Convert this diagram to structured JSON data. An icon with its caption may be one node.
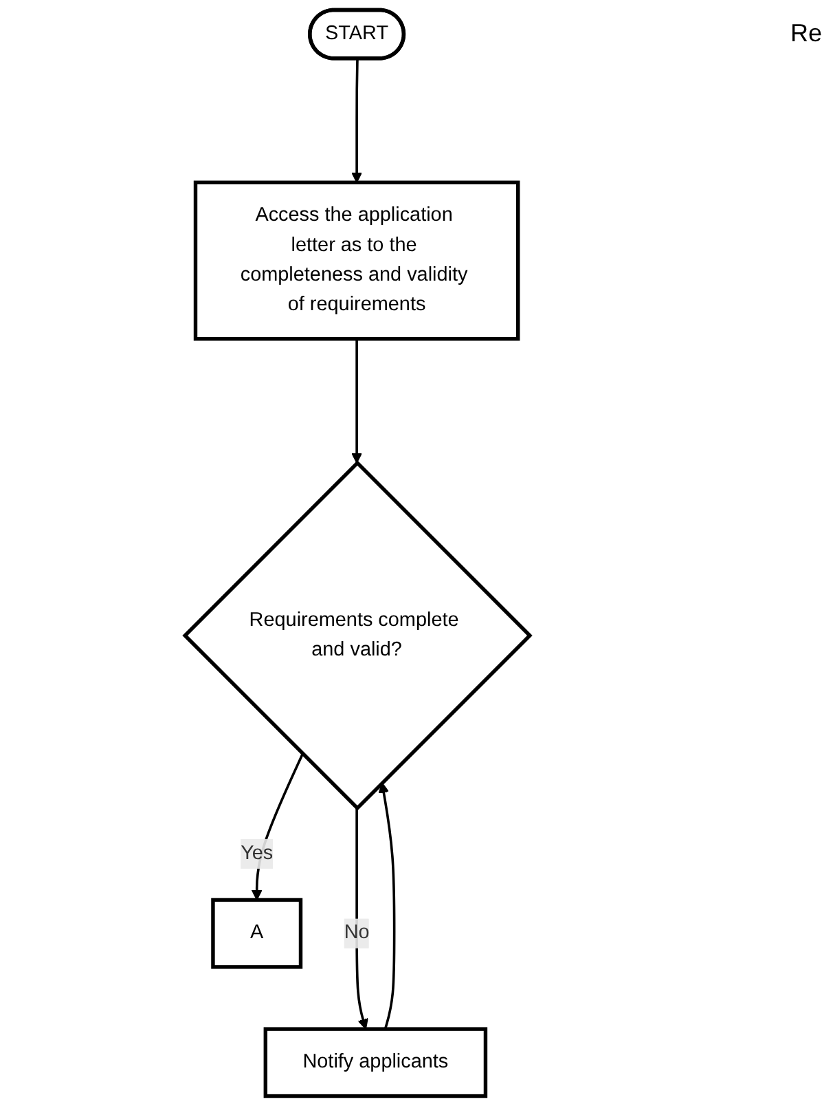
{
  "diagram": {
    "nodes": [
      {
        "text": [
          "START"
        ]
      },
      {
        "text": [
          "Access the application letter as to the completeness and validity of requirements"
        ]
      },
      {
        "text": [
          "Requirements complete and valid?"
        ]
      },
      {
        "text": [
          "Notify applicants"
        ]
      },
      {
        "text": [
          "A"
        ]
      }
    ],
    "edges": [
      {
        "from": 0,
        "to": 1,
        "arrow": "to"
      },
      {
        "from": 1,
        "to": 2,
        "arrow": "to"
      },
      {
        "from": 2,
        "to": 3,
        "label": "No",
        "arrow": "to"
      },
      {
        "from": 3,
        "to": 2,
        "arrow": "to"
      },
      {
        "from": 2,
        "to": 4,
        "label": "Yes",
        "arrow": "to"
      }
    ],
    "labels": [
      "Re"
    ]
  }
}
